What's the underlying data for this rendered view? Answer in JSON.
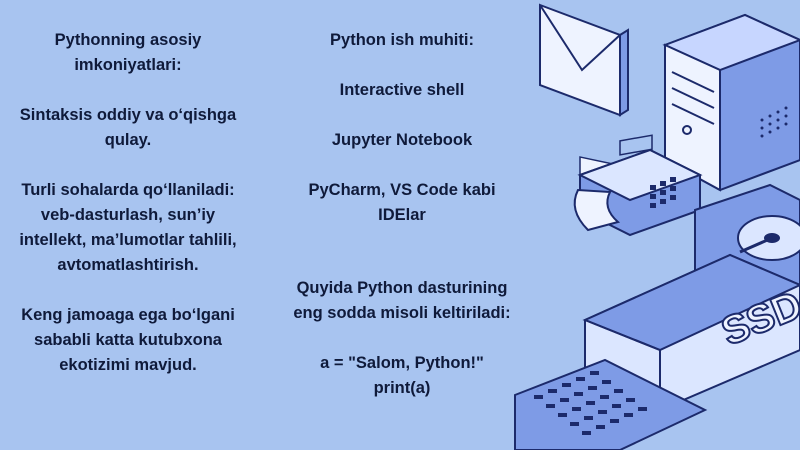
{
  "left_column": {
    "heading": [
      "Pythonning asosiy",
      "imkoniyatlari:"
    ],
    "point_1": [
      "Sintaksis oddiy va o‘qishga",
      "qulay."
    ],
    "point_2": [
      "Turli sohalarda qo‘llaniladi:",
      "veb-dasturlash, sun’iy",
      "intellekt, ma’lumotlar tahlili,",
      "avtomatlashtirish."
    ],
    "point_3": [
      "Keng jamoaga ega bo‘lgani",
      "sababli katta kutubxona",
      "ekotizimi mavjud."
    ]
  },
  "middle_column": {
    "heading": "Python ish muhiti:",
    "env_1": "Interactive shell",
    "env_2": "Jupyter Notebook",
    "env_3": [
      "PyCharm, VS Code kabi",
      "IDElar"
    ],
    "intro": [
      "Quyida Python dasturining",
      "eng sodda misoli keltiriladi:"
    ],
    "code": [
      "a = \"Salom, Python!\"",
      "print(a)"
    ]
  },
  "illustration": {
    "ssd_label": "SSD",
    "icons": [
      "envelope-icon",
      "pc-tower-icon",
      "fax-machine-icon",
      "hard-drive-icon",
      "ssd-icon",
      "keyboard-icon"
    ],
    "colors": {
      "background": "#a8c4f0",
      "outline": "#1c2a6b",
      "fill_light": "#dbe6ff",
      "fill_mid": "#7e9be6"
    }
  }
}
